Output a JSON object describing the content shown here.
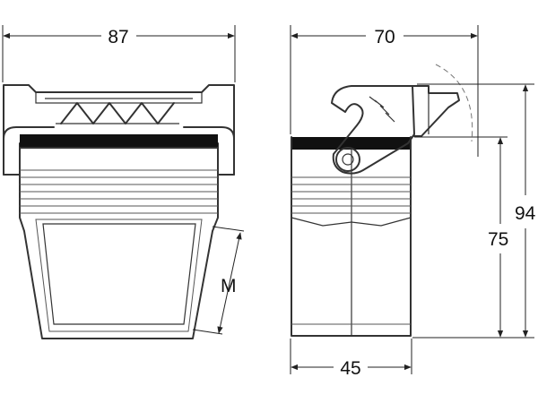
{
  "dimensions": {
    "front_width": "87",
    "side_width": "70",
    "total_height": "94",
    "body_height": "75",
    "base_width": "45",
    "thread": "M"
  },
  "colors": {
    "line": "#333333",
    "band": "#111111",
    "background": "#ffffff"
  }
}
